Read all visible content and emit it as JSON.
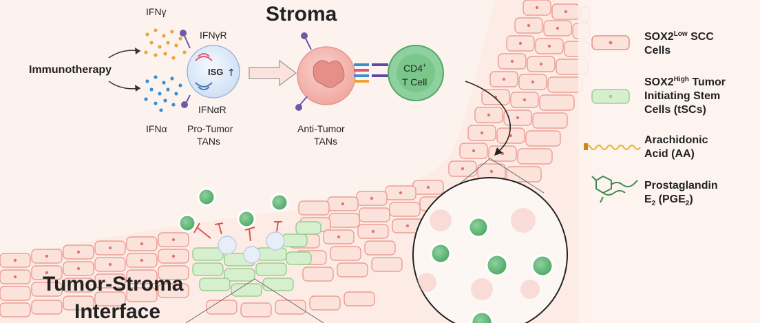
{
  "title_stroma": "Stroma",
  "title_interface_line1": "Tumor-Stroma",
  "title_interface_line2": "Interface",
  "immunotherapy": "Immunotherapy",
  "ifng": "IFNγ",
  "ifna": "IFNα",
  "ifngr": "IFNγR",
  "ifnar": "IFNαR",
  "isg": "ISG",
  "pro_tumor_line1": "Pro-Tumor",
  "pro_tumor_line2": "TANs",
  "anti_tumor_line1": "Anti-Tumor",
  "anti_tumor_line2": "TANs",
  "cd4_line1": "CD4",
  "cd4_sup": "+",
  "cd4_line2": "T Cell",
  "legend": {
    "scc": {
      "l1_pre": "SOX2",
      "l1_sup": "Low",
      "l1_post": " SCC",
      "l2": "Cells"
    },
    "tsc": {
      "l1_pre": "SOX2",
      "l1_sup": "High",
      "l1_post": " Tumor",
      "l2": "Initiating Stem",
      "l3": "Cells (tSCs)"
    },
    "aa": {
      "l1": "Arachidonic",
      "l2": "Acid (AA)"
    },
    "pge": {
      "l1": "Prostaglandin",
      "l2_pre": "E",
      "l2_sub": "2",
      "l2_mid": " (PGE",
      "l2_sub2": "2",
      "l2_post": ")"
    }
  },
  "colors": {
    "background": "#fdf3ee",
    "scc_fill": "#fbe3dc",
    "scc_stroke": "#e88f86",
    "tsc_fill": "#d6efcf",
    "tsc_stroke": "#9ccf8e",
    "tcell": "#6fbf83",
    "tan": "#f3b7b0",
    "isg_cell": "#e4eefb"
  }
}
